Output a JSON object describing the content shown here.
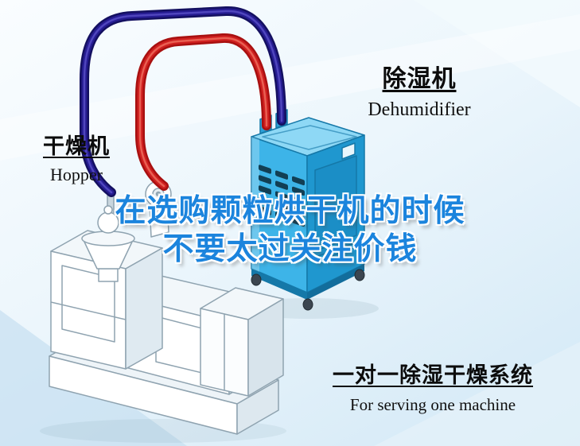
{
  "canvas": {
    "width": "729",
    "height": "561"
  },
  "labels": {
    "dehumidifier_cn": "除湿机",
    "dehumidifier_en": "Dehumidifier",
    "hopper_cn": "干燥机",
    "hopper_en": "Hopper",
    "system_cn": "一对一除湿干燥系统",
    "system_en": "For serving one machine"
  },
  "headline": {
    "line1": "在选购颗粒烘干机的时候",
    "line2": "不要太过关注价钱"
  },
  "colors": {
    "headline_blue": "#1b84dd",
    "pipe_red": "#a81010",
    "pipe_red_mid": "#cf1f1f",
    "pipe_blue": "#141060",
    "pipe_blue_mid": "#261c92",
    "machine_top_blue": "#8ed8f5",
    "machine_body_blue": "#3db4e8",
    "machine_side_blue": "#1f97cf"
  }
}
